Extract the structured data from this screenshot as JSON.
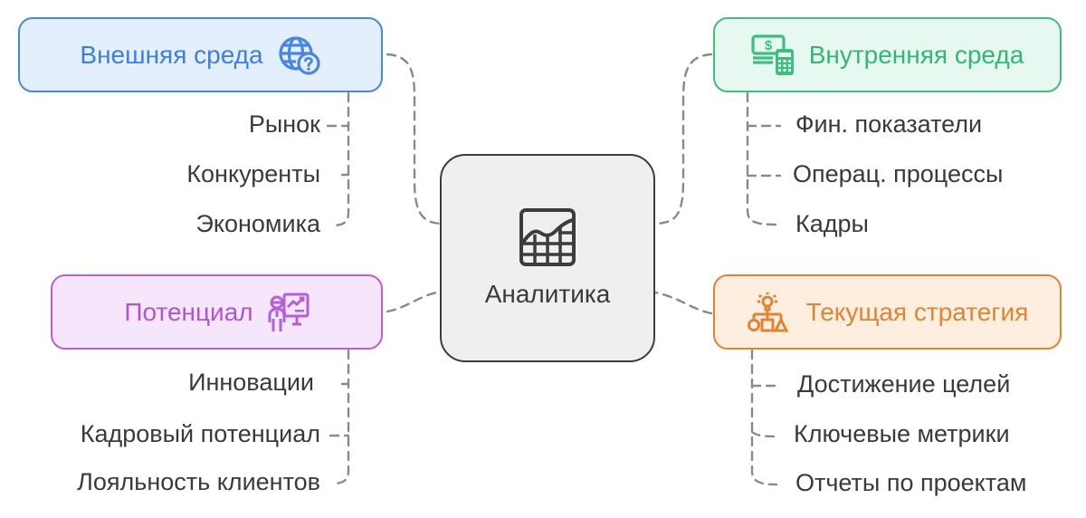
{
  "diagram": {
    "type": "mind-map",
    "center": {
      "label": "Аналитика",
      "icon": "area-chart-grid-icon",
      "color": "#3c3c3c"
    },
    "branches": [
      {
        "id": "external",
        "label": "Внешняя среда",
        "icon": "globe-question-icon",
        "color": "#4a86e0",
        "background": "#e3effd",
        "items": [
          "Рынок",
          "Конкуренты",
          "Экономика"
        ]
      },
      {
        "id": "internal",
        "label": "Внутренняя среда",
        "icon": "money-calculator-icon",
        "color": "#3cbf7f",
        "background": "#e6f8f0",
        "items": [
          "Фин. показатели",
          "Операц. процессы",
          "Кадры"
        ]
      },
      {
        "id": "potential",
        "label": "Потенциал",
        "icon": "presenter-chart-icon",
        "color": "#b55fdc",
        "background": "#f5e6fb",
        "items": [
          "Инновации",
          "Кадровый потенциал",
          "Лояльность клиентов"
        ]
      },
      {
        "id": "strategy",
        "label": "Текущая стратегия",
        "icon": "idea-shapes-icon",
        "color": "#df8531",
        "background": "#fdeee0",
        "items": [
          "Достижение целей",
          "Ключевые метрики",
          "Отчеты по проектам"
        ]
      }
    ]
  }
}
